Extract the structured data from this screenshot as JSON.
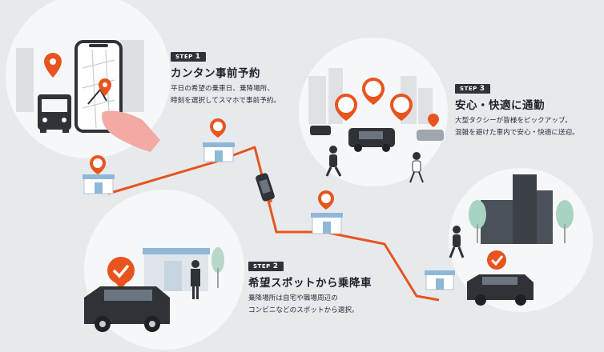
{
  "steps": [
    {
      "badge": "STEP",
      "number": "1",
      "title": "カンタン事前予約",
      "lines": [
        "平日の希望の乗車日、乗降場所、",
        "時刻を選択してスマホで事前予約。"
      ]
    },
    {
      "badge": "STEP",
      "number": "2",
      "title": "希望スポットから乗降車",
      "lines": [
        "乗降場所は自宅や職場周辺の",
        "コンビニなどのスポットから選択。"
      ]
    },
    {
      "badge": "STEP",
      "number": "3",
      "title": "安心・快適に通勤",
      "lines": [
        "大型タクシーが皆様をピックアップ。",
        "混雑を避けた車内で安心・快適に送迎。"
      ]
    }
  ],
  "colors": {
    "background": "#e7eaed",
    "accent": "#e8541e",
    "dark": "#2f3338",
    "circle": "#f6f7f8"
  }
}
